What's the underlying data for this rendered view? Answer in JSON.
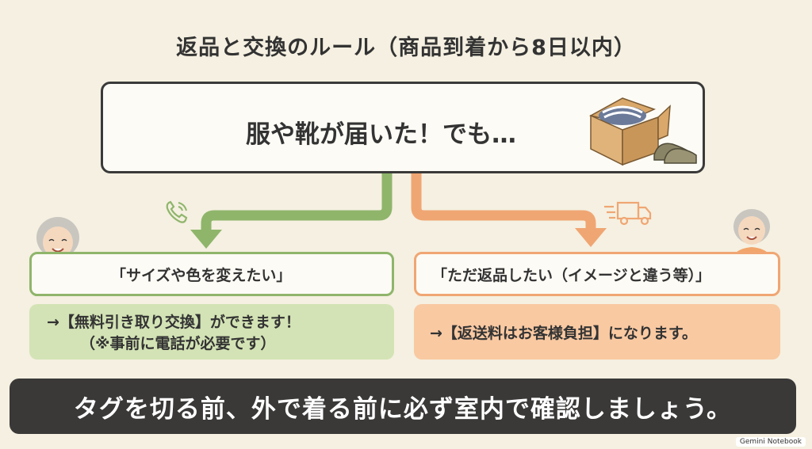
{
  "title": "返品と交換のルール（商品到着から8日以内）",
  "top_box": {
    "text": "服や靴が届いた！でも…"
  },
  "left": {
    "question": "「サイズや色を変えたい」",
    "answer_line1": "→【無料引き取り交換】ができます！",
    "answer_line2": "（※事前に電話が必要です）",
    "color": "#8fb56b",
    "fill": "#d3e3b5"
  },
  "right": {
    "question": "「ただ返品したい（イメージと違う等）」",
    "answer": "→【返送料はお客様負担】になります。",
    "color": "#f0a673",
    "fill": "#f9c9a2"
  },
  "bottom": {
    "text": "タグを切る前、外で着る前に必ず室内で確認しましょう。"
  },
  "watermark": "Gemini Notebook",
  "icons": [
    "phone-icon",
    "truck-icon",
    "box-with-clothes-illustration",
    "shoes-illustration",
    "elderly-woman-illustration"
  ]
}
